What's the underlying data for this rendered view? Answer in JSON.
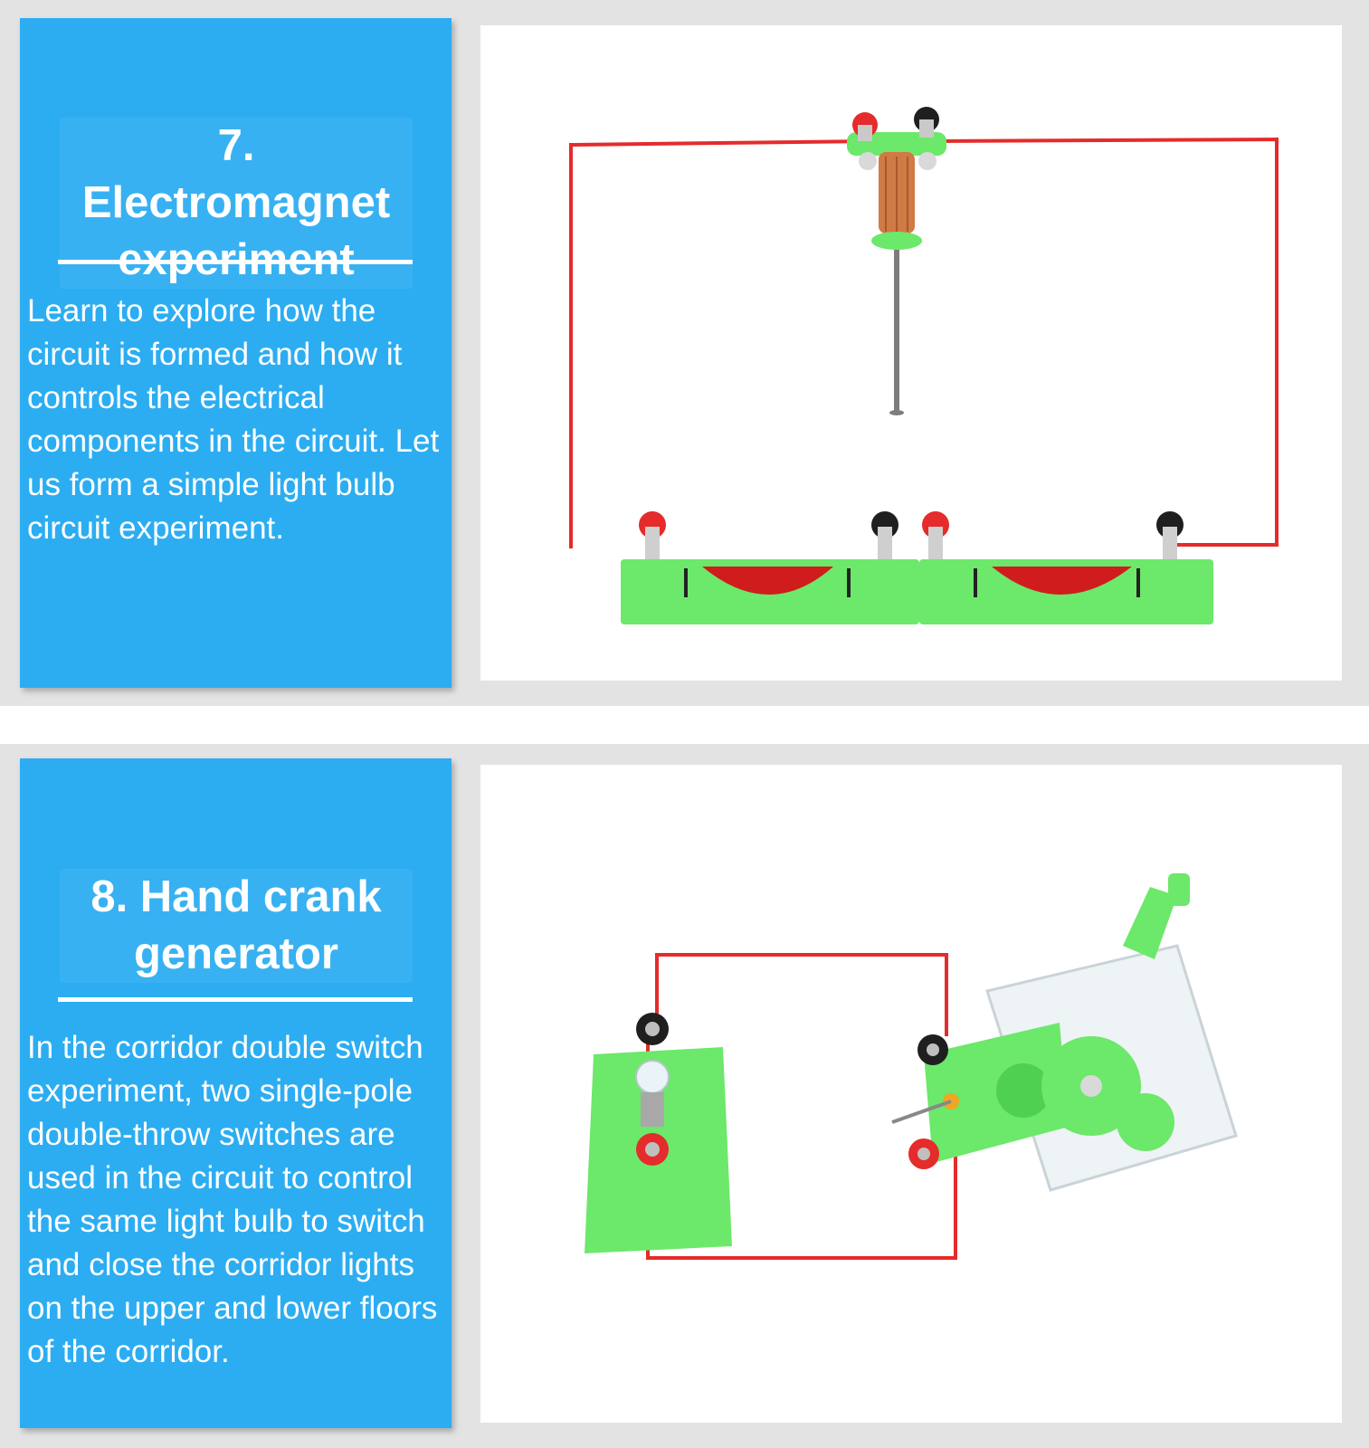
{
  "sections": [
    {
      "title": "7. Electromagnet experiment",
      "description": "Learn to explore how the circuit is formed and how it controls the electrical components in the circuit. Let us form a simple light bulb circuit experiment."
    },
    {
      "title": "8. Hand crank generator",
      "description": "In the corridor double switch experiment, two single-pole double-throw switches are used in the circuit to control the same light bulb to switch and close the corridor lights on the upper and lower floors of the corridor."
    }
  ],
  "colors": {
    "panel_blue": "#2cadf2",
    "wire_red": "#e52b2b",
    "part_green": "#6ce86a",
    "band_gray": "#e3e3e3"
  }
}
